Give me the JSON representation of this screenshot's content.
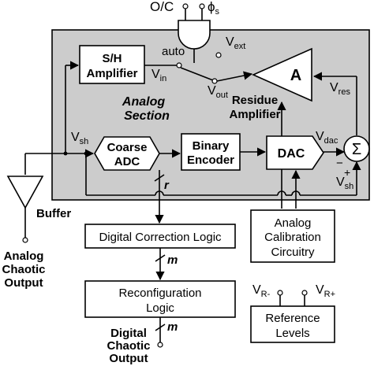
{
  "colors": {
    "section_fill": "#cccccc",
    "line": "#000000",
    "box_fill": "#ffffff"
  },
  "top": {
    "oc_label": "O/C",
    "phi_label": "ϕ",
    "phi_sub": "s",
    "auto_label": "auto",
    "and_gate_icon": "and-gate-icon"
  },
  "section": {
    "title_line1": "Analog",
    "title_line2": "Section"
  },
  "blocks": {
    "sh_amp": {
      "line1": "S/H",
      "line2": "Amplifier"
    },
    "coarse_adc": {
      "line1": "Coarse",
      "line2": "ADC"
    },
    "binary_encoder": {
      "line1": "Binary",
      "line2": "Encoder"
    },
    "dac": {
      "label": "DAC"
    },
    "residue_amp": {
      "symbol": "A",
      "line1": "Residue",
      "line2": "Amplifier"
    },
    "summer": {
      "symbol": "Σ",
      "minus": "−",
      "plus": "+"
    },
    "buffer": {
      "label": "Buffer"
    },
    "calibration": {
      "line1": "Analog",
      "line2": "Calibration",
      "line3": "Circuitry"
    },
    "digital_correction": {
      "label": "Digital Correction Logic"
    },
    "reconfiguration": {
      "line1": "Reconfiguration",
      "line2": "Logic"
    },
    "reference": {
      "line1": "Reference",
      "line2": "Levels"
    }
  },
  "signals": {
    "v_ext": {
      "main": "V",
      "sub": "ext"
    },
    "v_in": {
      "main": "V",
      "sub": "in"
    },
    "v_out": {
      "main": "V",
      "sub": "out"
    },
    "v_res": {
      "main": "V",
      "sub": "res"
    },
    "v_sh": {
      "main": "V",
      "sub": "sh"
    },
    "v_dac": {
      "main": "V",
      "sub": "dac"
    },
    "v_sh2": {
      "main": "V",
      "sub": "sh"
    },
    "v_rminus": {
      "main": "V",
      "sub": "R-"
    },
    "v_rplus": {
      "main": "V",
      "sub": "R+"
    },
    "bus_r": "r",
    "bus_m1": "m",
    "bus_m2": "m"
  },
  "outputs": {
    "analog": {
      "line1": "Analog",
      "line2": "Chaotic",
      "line3": "Output"
    },
    "digital": {
      "line1": "Digital",
      "line2": "Chaotic",
      "line3": "Output"
    }
  }
}
